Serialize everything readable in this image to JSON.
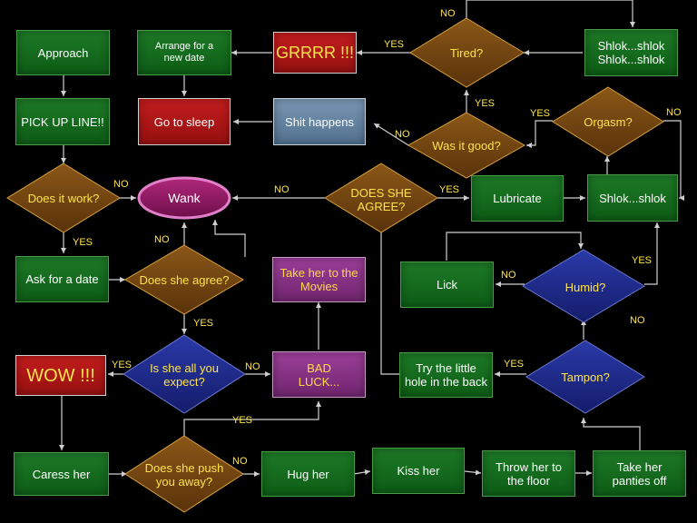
{
  "flowchart": {
    "approach": "Approach",
    "pick_up_line": "PICK UP LINE!!",
    "does_it_work": "Does it work?",
    "ask_for_a_date": "Ask for a date",
    "does_she_agree_1": "Does she agree?",
    "is_she_all_you_expect": "Is she all you expect?",
    "wow": "WOW !!!",
    "caress_her": "Caress her",
    "does_she_push_you_away": "Does she push you away?",
    "hug_her": "Hug her",
    "kiss_her": "Kiss her",
    "throw_her_to_the_floor": "Throw her to the floor",
    "take_her_panties_off": "Take her panties off",
    "tampon": "Tampon?",
    "try_the_little_hole": "Try the little hole in the back",
    "humid": "Humid?",
    "lick": "Lick",
    "bad_luck": "BAD LUCK...",
    "take_her_to_the_movies": "Take her to the Movies",
    "wank": "Wank",
    "arrange_for_new_date": "Arrange for a new date",
    "go_to_sleep": "Go to sleep",
    "grrrr": "GRRRR !!!",
    "tired": "Tired?",
    "shlok_shlok_shlok": "Shlok...shlok Shlok...shlok",
    "shit_happens": "Shit happens",
    "was_it_good": "Was it good?",
    "orgasm": "Orgasm?",
    "does_she_agree_2": "DOES SHE AGREE?",
    "lubricate": "Lubricate",
    "shlok_shlok": "Shlok...shlok"
  },
  "edge_labels": {
    "yes": "YES",
    "no": "NO"
  },
  "colors": {
    "background": "#000000",
    "connector": "#cfcfcf",
    "label_yellow": "#ffe34d",
    "green_box": "#157021",
    "red_box": "#b01818",
    "steel_box": "#6686a4",
    "purple_box": "#8a3387",
    "amber_diamond": "#7a4a12",
    "navy_diamond": "#1e2a8a",
    "wank_ellipse": "#c85aa8"
  }
}
